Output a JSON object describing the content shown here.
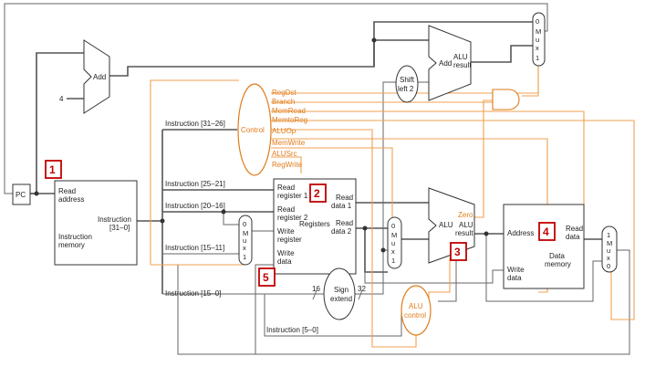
{
  "units": {
    "pc": "PC",
    "add_top": "Add",
    "const_four": "4",
    "imem_read": "Read",
    "imem_address": "address",
    "imem_instruction": "Instruction",
    "imem_field": "[31–0]",
    "imem_name1": "Instruction",
    "imem_name2": "memory",
    "control": "Control",
    "regs_read1a": "Read",
    "regs_read1b": "register 1",
    "regs_read2a": "Read",
    "regs_read2b": "register 2",
    "regs_writea": "Write",
    "regs_writeb": "register",
    "regs_wdataa": "Write",
    "regs_wdatab": "data",
    "regs_name": "Registers",
    "regs_rd1a": "Read",
    "regs_rd1b": "data 1",
    "regs_rd2a": "Read",
    "regs_rd2b": "data 2",
    "sign_extend_a": "Sign",
    "sign_extend_b": "extend",
    "sign_16": "16",
    "sign_32": "32",
    "shift_a": "Shift",
    "shift_b": "left 2",
    "add_branch": "Add",
    "alu_result_a": "ALU",
    "alu_result_b": "result",
    "alu_main": "ALU",
    "alu_main_result_a": "ALU",
    "alu_main_result_b": "result",
    "zero": "Zero",
    "alu_control_a": "ALU",
    "alu_control_b": "control",
    "dmem_address": "Address",
    "dmem_write_a": "Write",
    "dmem_write_b": "data",
    "dmem_read_a": "Read",
    "dmem_read_b": "data",
    "dmem_name_a": "Data",
    "dmem_name_b": "memory",
    "mux_letters": [
      "M",
      "u",
      "x"
    ],
    "mux_zero": "0",
    "mux_one": "1"
  },
  "instruction_fields": {
    "f31_26": "Instruction [31–26]",
    "f25_21": "Instruction [25–21]",
    "f20_16": "Instruction [20–16]",
    "f15_11": "Instruction [15–11]",
    "f15_0": "Instruction [15–0]",
    "f5_0": "Instruction [5–0]"
  },
  "control_signals": [
    "RegDst",
    "Branch",
    "MemRead",
    "MemtoReg",
    "ALUOp",
    "MemWrite",
    "ALUSrc",
    "RegWrite"
  ],
  "markers": [
    "1",
    "2",
    "3",
    "4",
    "5"
  ],
  "colors": {
    "control": "#e07b1a",
    "marker": "#c00000",
    "wire": "#555555"
  }
}
